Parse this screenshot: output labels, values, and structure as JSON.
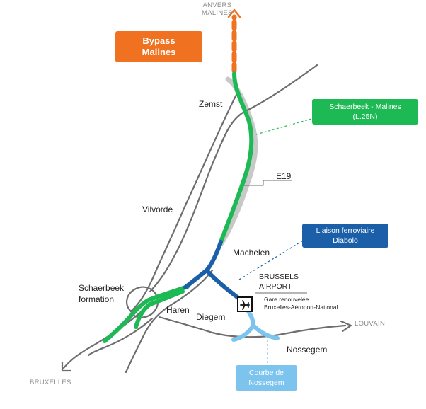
{
  "labels": {
    "anvers_malines": [
      "ANVERS",
      "MALINES"
    ],
    "zemst": "Zemst",
    "vilvorde": "Vilvorde",
    "e19": "E19",
    "machelen": "Machelen",
    "brussels_airport": [
      "BRUSSELS",
      "AIRPORT"
    ],
    "gare": [
      "Gare renouvelée",
      "Bruxelles-Aéroport-National"
    ],
    "schaerbeek_formation": [
      "Schaerbeek",
      "formation"
    ],
    "haren": "Haren",
    "diegem": "Diegem",
    "louvain": "LOUVAIN",
    "nossegem": "Nossegem",
    "bruxelles": "BRUXELLES"
  },
  "boxes": {
    "bypass": [
      "Bypass",
      "Malines"
    ],
    "l25n": [
      "Schaerbeek - Malines",
      "(L.25N)"
    ],
    "diabolo": [
      "Liaison ferroviaire",
      "Diabolo"
    ],
    "nossegem_curve": [
      "Courbe de",
      "Nossegem"
    ]
  },
  "icons": {
    "airport": "airplane-icon"
  },
  "colors": {
    "bypass_orange": "#f07220",
    "l25n_green": "#1db954",
    "diabolo_blue": "#1b5fa8",
    "nossegem_light_blue": "#7cc3ee",
    "existing_rail_gray": "#6e6e6e",
    "e19_highway_gray": "#c8c8c8"
  }
}
